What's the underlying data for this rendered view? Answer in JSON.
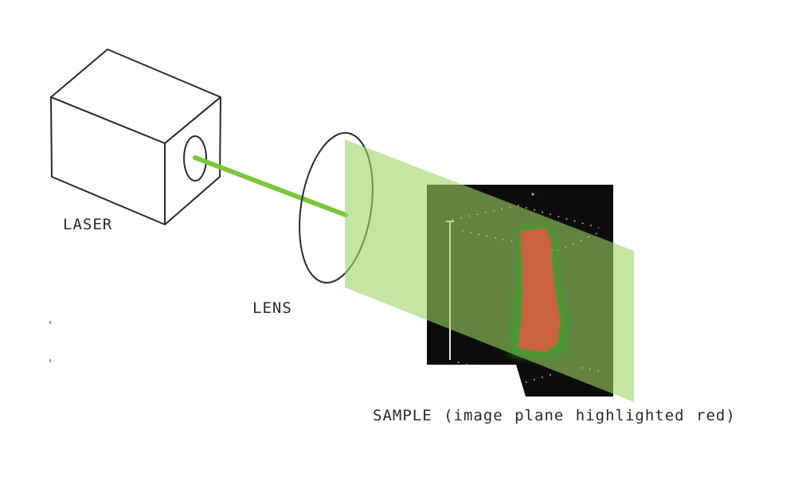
{
  "labels": {
    "laser": "LASER",
    "lens": "LENS",
    "sample": "SAMPLE (image plane highlighted red)"
  },
  "colors": {
    "outline": "#2b2b2b",
    "beam": "#7cc63a",
    "light_sheet": "#b6df8e",
    "sample_background": "#0c0c0c",
    "specimen": "#c9623f",
    "specimen_glow": "#4caf3a"
  }
}
